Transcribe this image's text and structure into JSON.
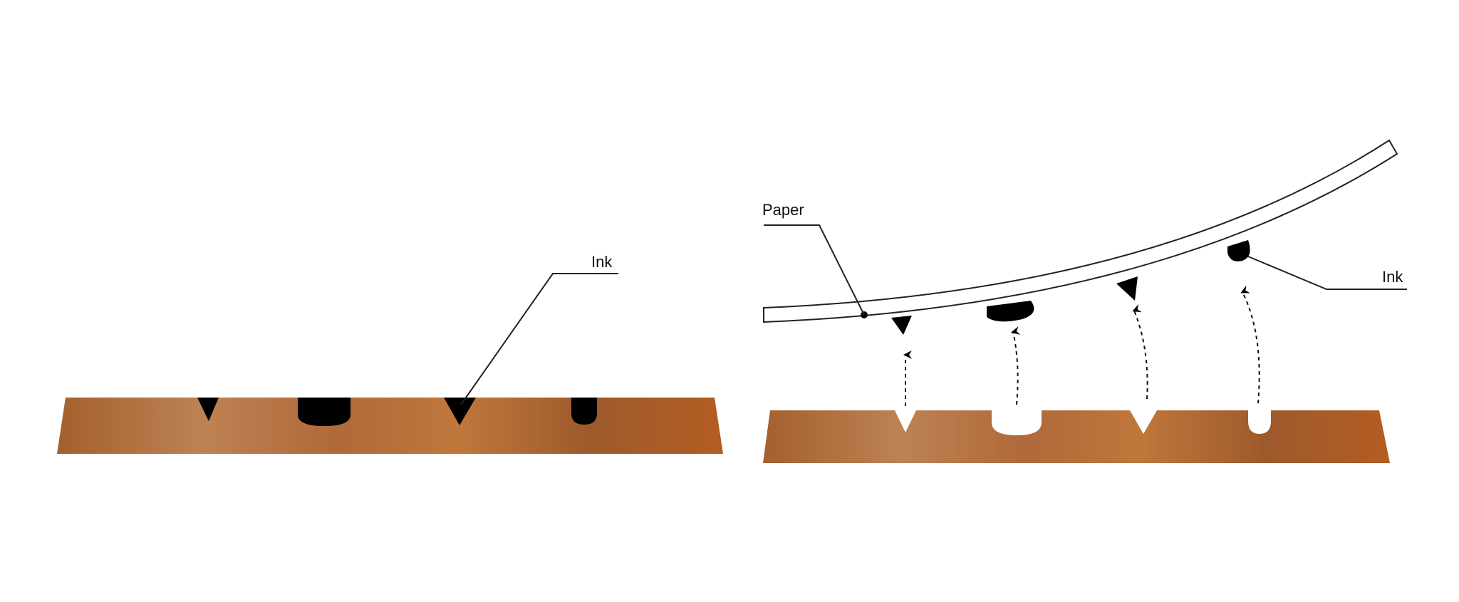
{
  "labels": {
    "left_ink": "Ink",
    "right_paper": "Paper",
    "right_ink": "Ink"
  },
  "colors": {
    "plate_dark": "#9c5a2a",
    "plate_light": "#c08456",
    "plate_mid": "#b36a34",
    "ink": "#000000",
    "paper_fill": "#ffffff",
    "paper_stroke": "#222222"
  }
}
